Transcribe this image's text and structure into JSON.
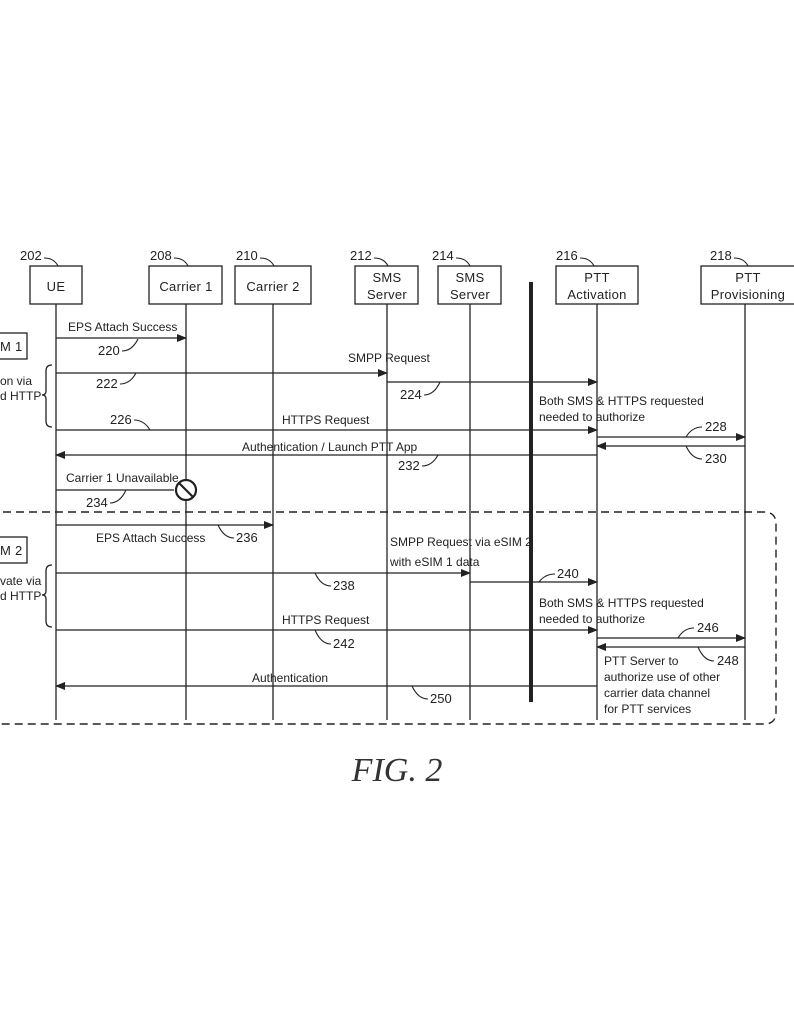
{
  "figure": {
    "caption": "FIG. 2"
  },
  "entities": [
    {
      "id": "ue",
      "ref": "202",
      "line1": "UE",
      "line2": ""
    },
    {
      "id": "carrier1",
      "ref": "208",
      "line1": "Carrier 1",
      "line2": ""
    },
    {
      "id": "carrier2",
      "ref": "210",
      "line1": "Carrier 2",
      "line2": ""
    },
    {
      "id": "sms1",
      "ref": "212",
      "line1": "SMS",
      "line2": "Server"
    },
    {
      "id": "sms2",
      "ref": "214",
      "line1": "SMS",
      "line2": "Server"
    },
    {
      "id": "pttact",
      "ref": "216",
      "line1": "PTT",
      "line2": "Activation"
    },
    {
      "id": "pttprov",
      "ref": "218",
      "line1": "PTT",
      "line2": "Provisioning"
    }
  ],
  "left_partial": {
    "sim1": "M 1",
    "sim1_note_line1": "on via",
    "sim1_note_line2": "d HTTP",
    "sim2": "M 2",
    "sim2_note_line1": "vate via",
    "sim2_note_line2": "d HTTP"
  },
  "messages": {
    "m220": {
      "label": "EPS Attach Success",
      "ref": "220"
    },
    "m222": {
      "label": "SMPP Request",
      "ref": "222"
    },
    "m224": {
      "ref": "224"
    },
    "m226": {
      "label": "HTTPS Request",
      "ref": "226"
    },
    "m228": {
      "ref": "228"
    },
    "m230": {
      "ref": "230"
    },
    "m232": {
      "label": "Authentication / Launch PTT App",
      "ref": "232"
    },
    "m234": {
      "label": "Carrier 1 Unavailable",
      "ref": "234"
    },
    "m236": {
      "label": "EPS Attach Success",
      "ref": "236"
    },
    "m238": {
      "label_line1": "SMPP Request via eSIM 2",
      "label_line2": "with eSIM 1 data",
      "ref": "238"
    },
    "m240": {
      "ref": "240"
    },
    "m242": {
      "label": "HTTPS Request",
      "ref": "242"
    },
    "m246": {
      "ref": "246"
    },
    "m248": {
      "ref": "248"
    },
    "m250": {
      "label": "Authentication",
      "ref": "250"
    }
  },
  "notes": {
    "both1_line1": "Both SMS & HTTPS requested",
    "both1_line2": "needed to authorize",
    "both2_line1": "Both SMS & HTTPS requested",
    "both2_line2": "needed to authorize",
    "ptt_server_line1": "PTT Server to",
    "ptt_server_line2": "authorize use of other",
    "ptt_server_line3": "carrier data channel",
    "ptt_server_line4": "for PTT services"
  }
}
